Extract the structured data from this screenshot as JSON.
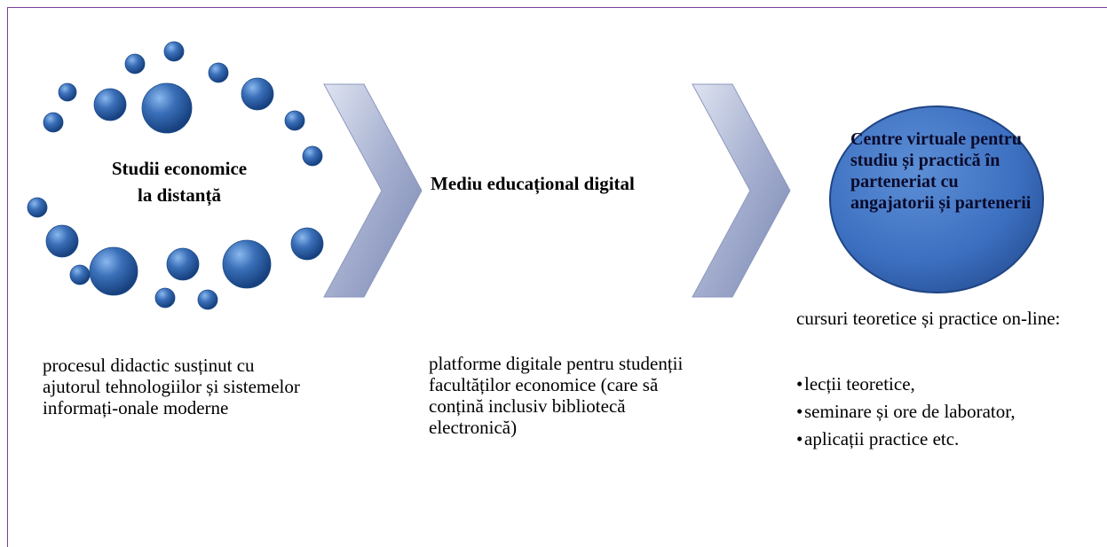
{
  "colors": {
    "frame": "#7b3f98",
    "sphere": "#3a6fb8",
    "sphere_dark": "#1c4a8a",
    "chevron": "#9aa6c9",
    "ellipse": "#3c6fc0"
  },
  "nodes": {
    "first": {
      "title_line1": "Studii economice",
      "title_line2": "la distanță",
      "description": "procesul didactic susținut cu ajutorul tehnologiilor și sistemelor informați-onale moderne"
    },
    "second": {
      "title": "Mediu educațional digital",
      "description": "platforme digitale pentru studenții facultăților economice (care să conțină inclusiv bibliotecă electronică)"
    },
    "third": {
      "title": "Centre virtuale pentru  studiu și practică în parteneriat cu angajatorii și partenerii",
      "description": "cursuri teoretice și practice on-line:",
      "bullet_symbol": "•",
      "bullets": [
        "lecții teoretice,",
        "seminare și ore de laborator,",
        "aplicații practice etc."
      ]
    }
  },
  "icons": {
    "sphere_ring": "sphere-cluster-icon",
    "arrow": "chevron-right-icon",
    "ellipse": "ellipse-shape"
  }
}
